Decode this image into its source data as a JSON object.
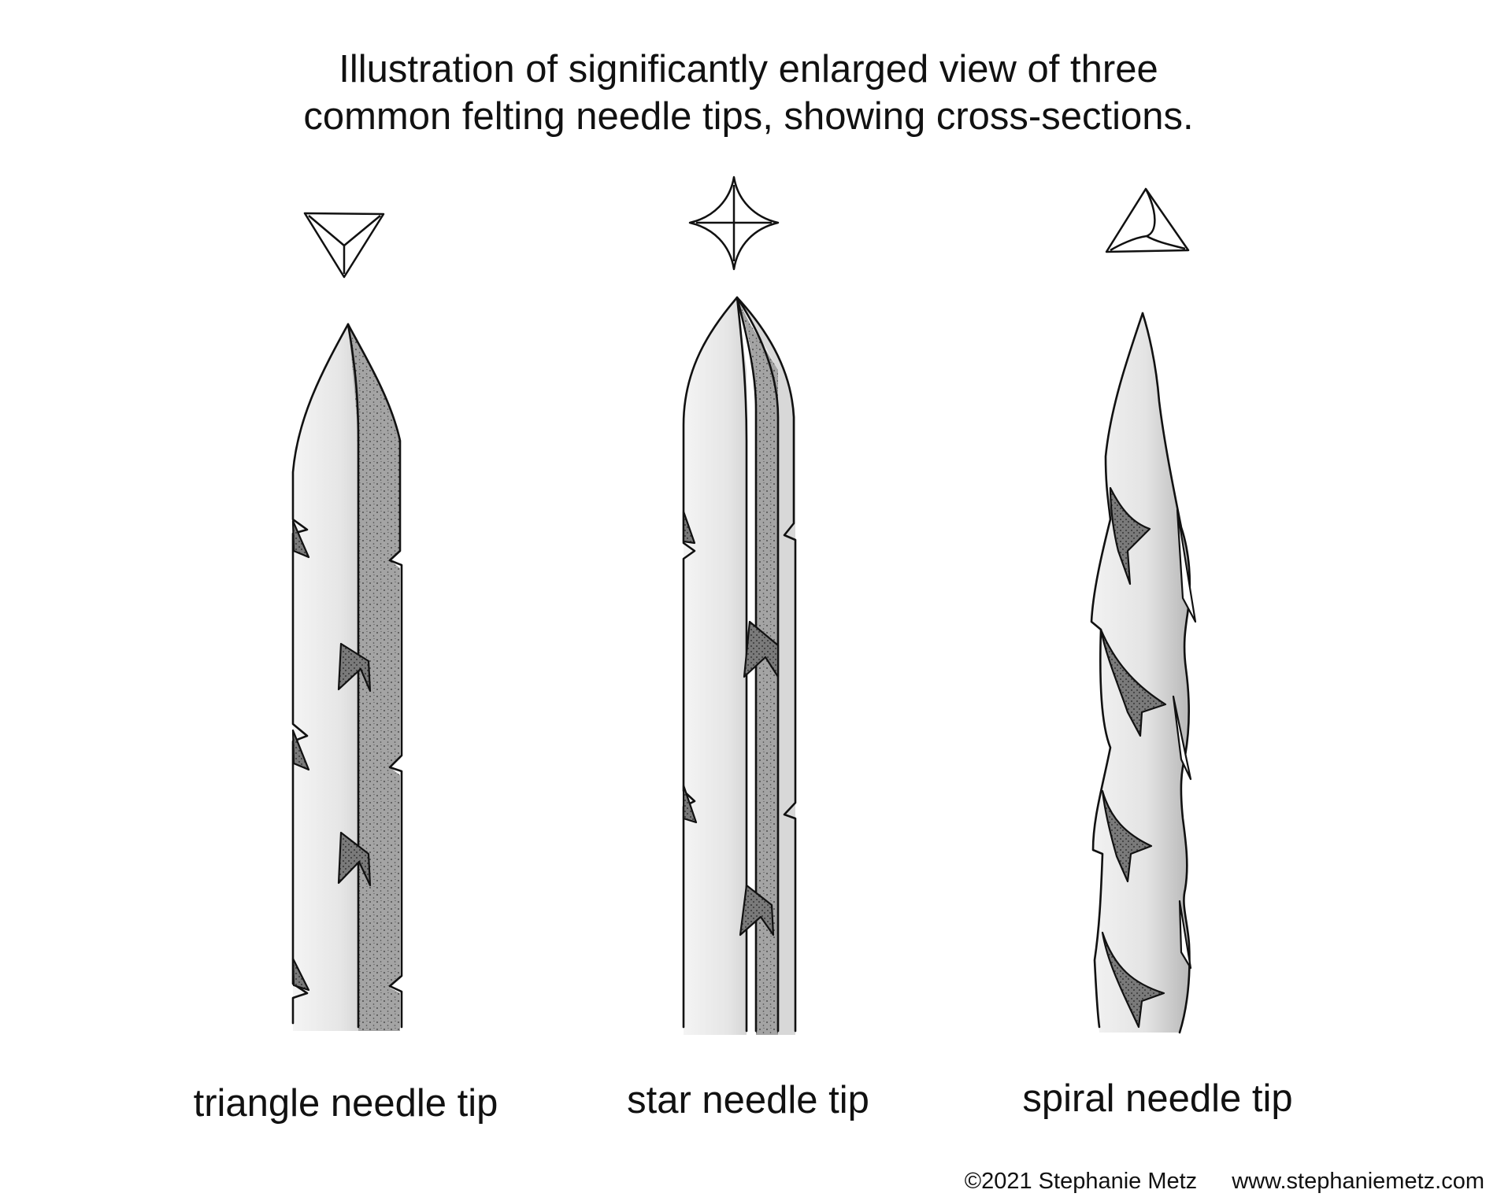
{
  "title": {
    "line1": "Illustration of significantly enlarged view of three",
    "line2": "common felting needle tips, showing cross-sections."
  },
  "needles": [
    {
      "id": "triangle",
      "label": "triangle needle tip",
      "cross_section": "triangle"
    },
    {
      "id": "star",
      "label": "star needle tip",
      "cross_section": "star"
    },
    {
      "id": "spiral",
      "label": "spiral needle tip",
      "cross_section": "triangle"
    }
  ],
  "footer": {
    "copyright": "©2021 Stephanie Metz",
    "website": "www.stephaniemetz.com"
  },
  "colors": {
    "line": "#111111",
    "light_shade": "#e9e9e9",
    "mid_shade": "#9c9c9c",
    "dark_barb": "#4a4a4a"
  }
}
